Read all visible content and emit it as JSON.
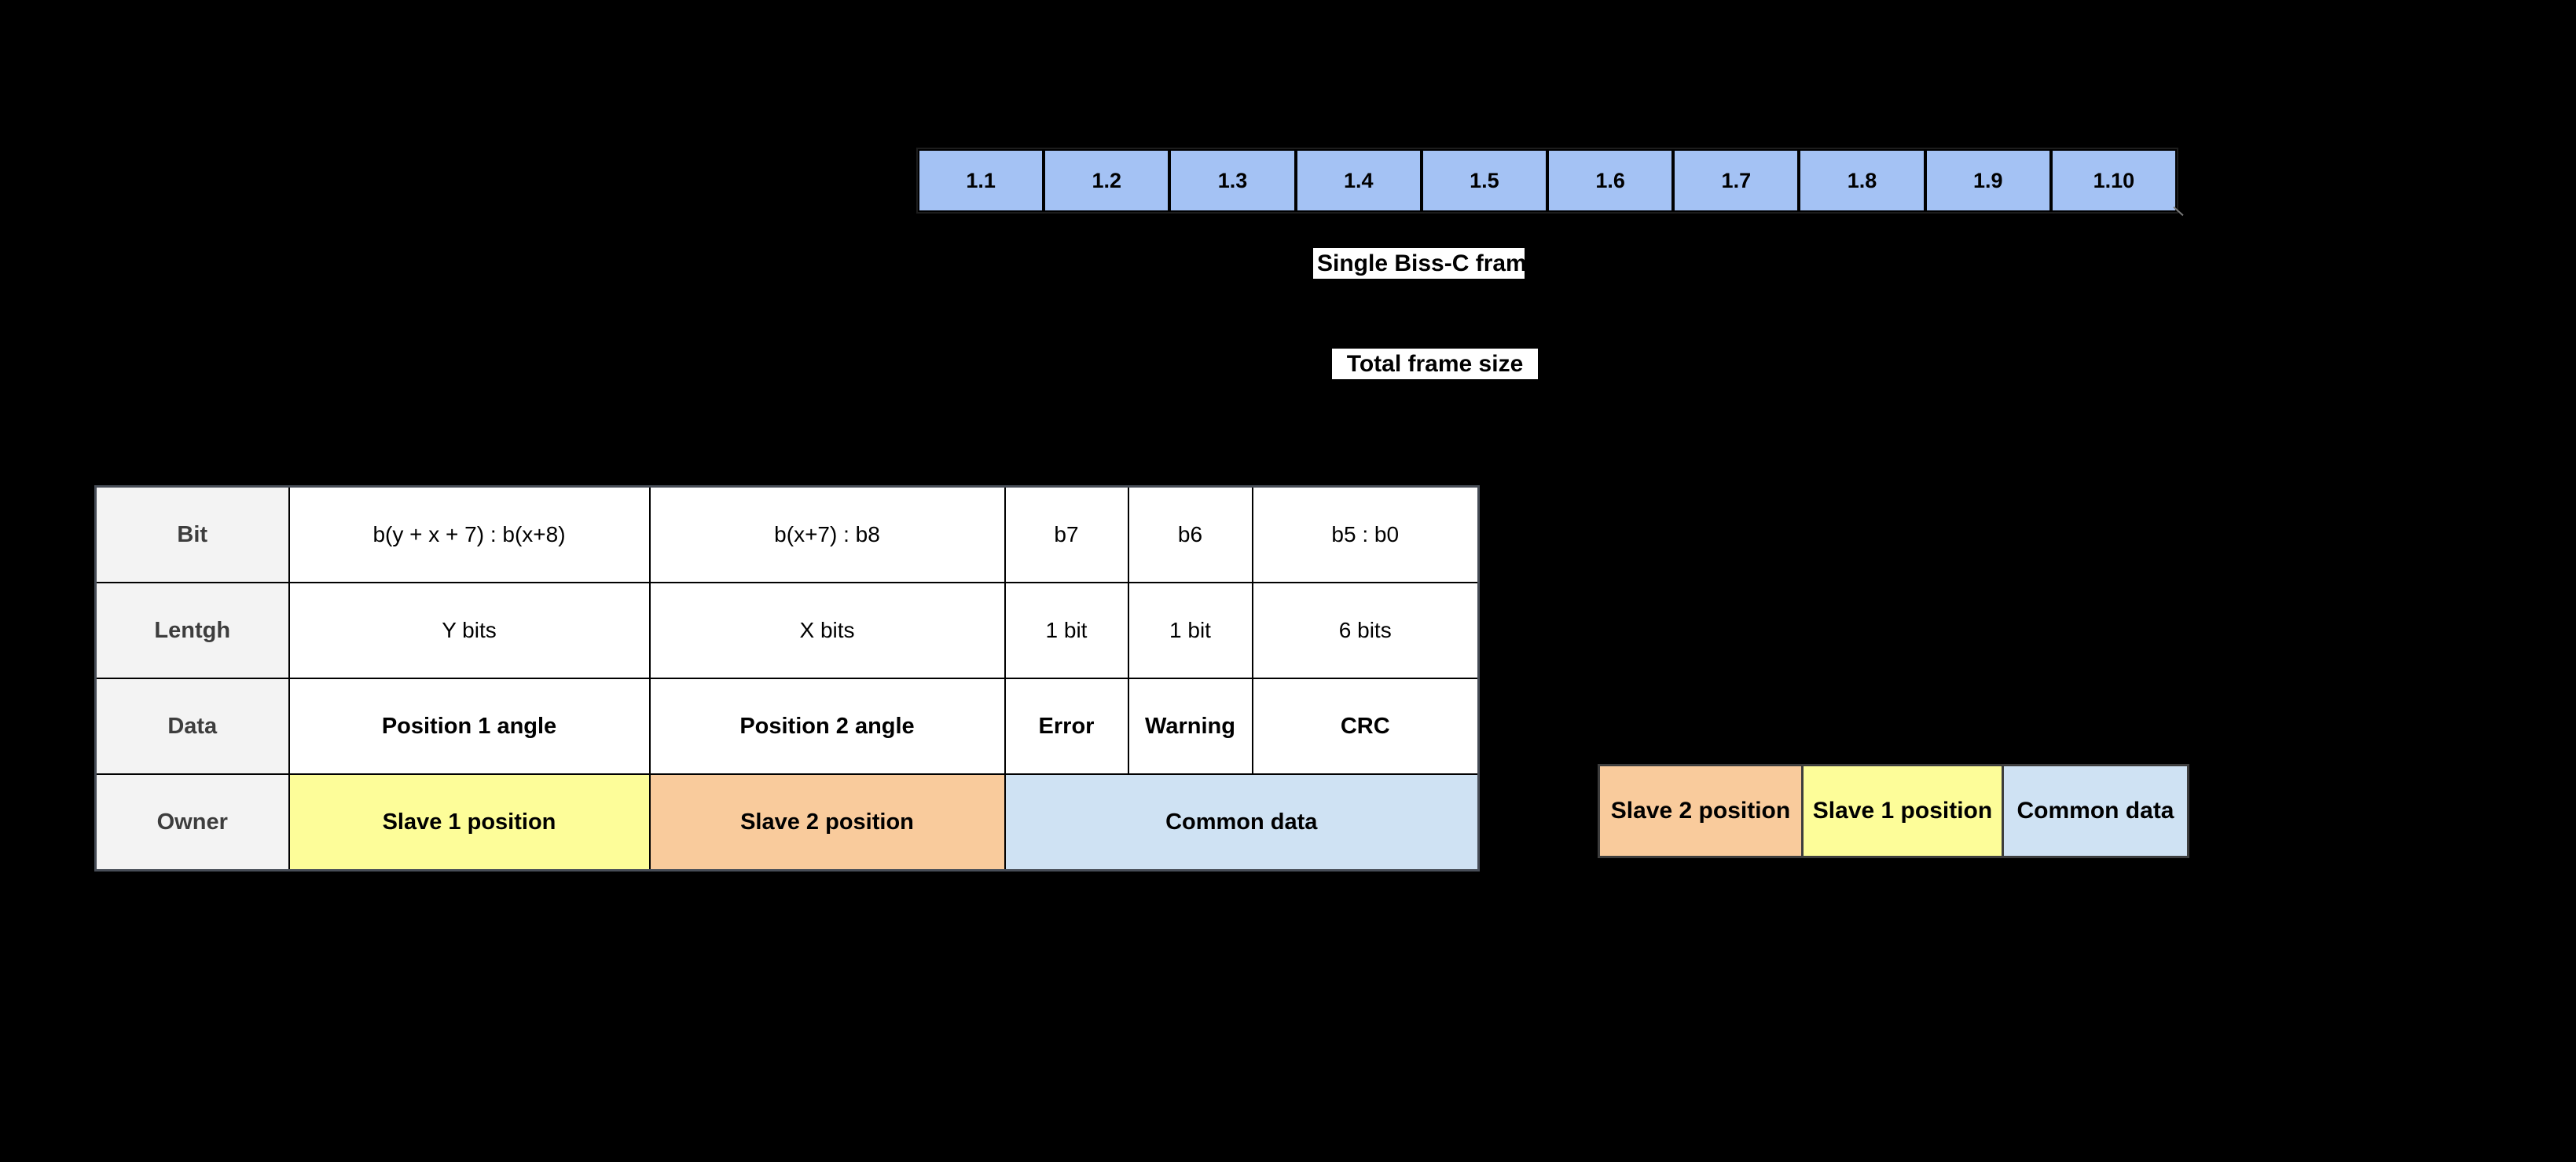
{
  "colors": {
    "background": "#000000",
    "frame_cell_blue": "#a4c2f4",
    "slave1_yellow": "#fdfd99",
    "slave2_orange": "#f9cb9c",
    "common_data_blue": "#cfe2f3",
    "row_header_gray": "#f3f3f3",
    "cell_border": "#000000",
    "label_background": "#ffffff"
  },
  "frame_row": {
    "cells": [
      "1.1",
      "1.2",
      "1.3",
      "1.4",
      "1.5",
      "1.6",
      "1.7",
      "1.8",
      "1.9",
      "1.10"
    ]
  },
  "labels": {
    "single_frame": "Single Biss-C frame",
    "total_frame_size": "Total frame size"
  },
  "table": {
    "row_headers": [
      "Bit",
      "Lentgh",
      "Data",
      "Owner"
    ],
    "rows": {
      "bit": [
        "b(y + x + 7) : b(x+8)",
        "b(x+7) : b8",
        "b7",
        "b6",
        "b5 : b0"
      ],
      "length": [
        "Y bits",
        "X bits",
        "1 bit",
        "1 bit",
        "6 bits"
      ],
      "data": [
        "Position 1 angle",
        "Position 2 angle",
        "Error",
        "Warning",
        "CRC"
      ],
      "owner": [
        "Slave 1 position",
        "Slave 2 position",
        "Common data"
      ]
    }
  },
  "legend": {
    "items": [
      {
        "label": "Slave 2 position",
        "color": "#f9cb9c"
      },
      {
        "label": "Slave 1 position",
        "color": "#fdfd99"
      },
      {
        "label": "Common data",
        "color": "#cfe2f3"
      }
    ]
  }
}
